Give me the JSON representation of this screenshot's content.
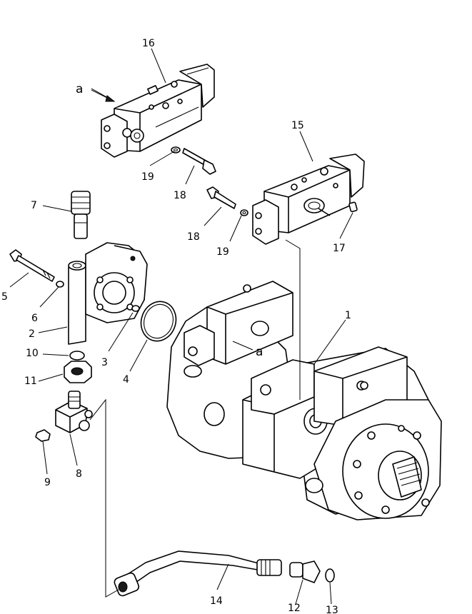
{
  "callouts": {
    "c1": "1",
    "c2": "2",
    "c3": "3",
    "c4": "4",
    "c5": "5",
    "c6": "6",
    "c7": "7",
    "c8": "8",
    "c9": "9",
    "c10": "10",
    "c11": "11",
    "c12": "12",
    "c13": "13",
    "c14": "14",
    "c15": "15",
    "c16": "16",
    "c17": "17",
    "c18a": "18",
    "c18b": "18",
    "c19a": "19",
    "c19b": "19"
  },
  "refs": {
    "a_top": "a",
    "a_main": "a"
  }
}
